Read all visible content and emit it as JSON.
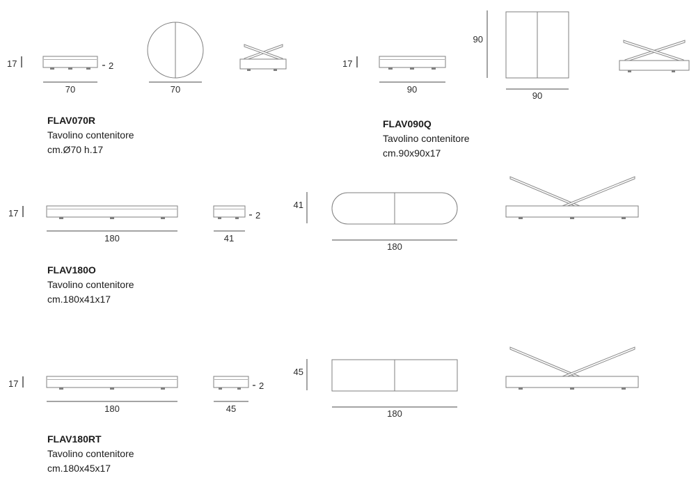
{
  "colors": {
    "background": "#ffffff",
    "outline_stroke": "#7f7f7f",
    "dimension_stroke": "#4a4a4a",
    "text": "#1a1a1a"
  },
  "products": [
    {
      "code": "FLAV070R",
      "line1": "Tavolino contenitore",
      "line2": "cm.Ø70 h.17",
      "dims": {
        "height": "17",
        "lid": "2",
        "side_width": "70",
        "top_width": "70"
      }
    },
    {
      "code": "FLAV090Q",
      "line1": "Tavolino contenitore",
      "line2": "cm.90x90x17",
      "dims": {
        "height": "17",
        "side_width": "90",
        "top_width": "90",
        "top_height": "90"
      }
    },
    {
      "code": "FLAV180O",
      "line1": "Tavolino contenitore",
      "line2": "cm.180x41x17",
      "dims": {
        "height": "17",
        "lid": "2",
        "side_width": "180",
        "small_width": "41",
        "top_depth": "41",
        "top_width": "180"
      }
    },
    {
      "code": "FLAV180RT",
      "line1": "Tavolino contenitore",
      "line2": "cm.180x45x17",
      "dims": {
        "height": "17",
        "lid": "2",
        "side_width": "180",
        "small_width": "45",
        "top_depth": "45",
        "top_width": "180"
      }
    }
  ]
}
